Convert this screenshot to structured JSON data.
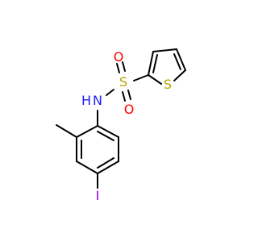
{
  "molecule": {
    "atoms": {
      "sulfonyl_s": "S",
      "oxygen_top": "O",
      "oxygen_bottom": "O",
      "nitrogen": "N",
      "hydrogen": "H",
      "thiophene_s": "S",
      "iodine": "I"
    }
  },
  "colors": {
    "bond": "#000000",
    "sulfur": "#b8a100",
    "oxygen": "#ff0000",
    "nitrogen": "#1a1aff",
    "iodine": "#9400d3"
  }
}
